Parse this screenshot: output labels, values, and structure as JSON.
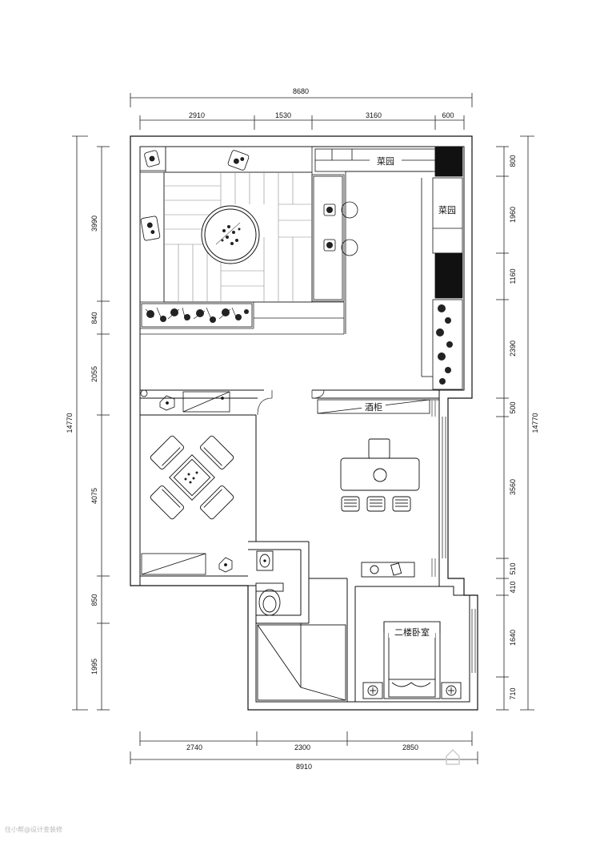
{
  "dimensions": {
    "top_total": "8680",
    "top_segments": [
      "2910",
      "1530",
      "3160",
      "600"
    ],
    "bottom_total": "8910",
    "bottom_segments": [
      "2740",
      "2300",
      "2850"
    ],
    "left_total": "14770",
    "left_segments": [
      "3990",
      "840",
      "2055",
      "4075",
      "850",
      "1995"
    ],
    "right_total": "14770",
    "right_segments": [
      "800",
      "1960",
      "1160",
      "2390",
      "500",
      "3560",
      "510",
      "410",
      "1640",
      "710"
    ]
  },
  "rooms": {
    "garden_top": "菜园",
    "garden_right": "菜园",
    "wine_cabinet": "酒柜",
    "bedroom": "二楼卧室"
  },
  "watermark": "住小帮@设计金装修"
}
